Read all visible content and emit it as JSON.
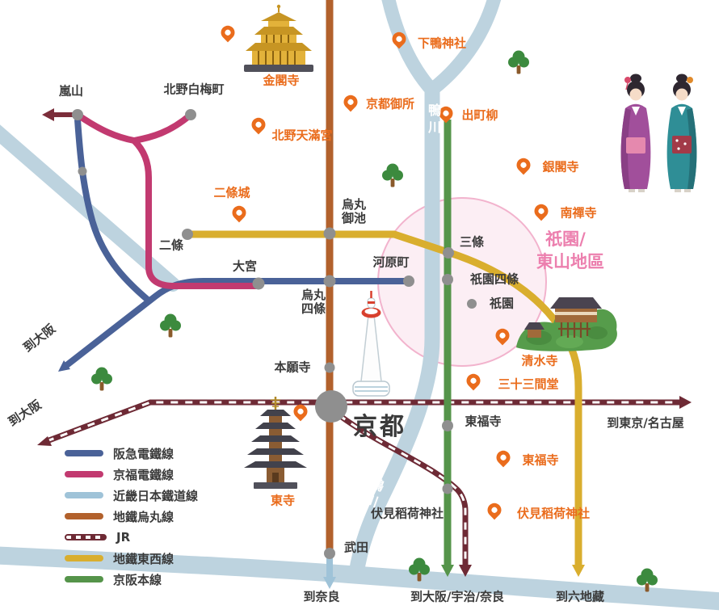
{
  "colors": {
    "hankyu": "#4a6298",
    "keifuku": "#c23a70",
    "kintetsu": "#9fc3d8",
    "karasuma": "#b2612c",
    "jr": "#6e2a35",
    "tozai": "#d9ae2e",
    "keihan": "#55944a",
    "river": "#bdd3df",
    "station_gray": "#8f8f8f",
    "landmark_orange": "#ea6c1c",
    "area_fill": "#f9dde9",
    "area_stroke": "#f2b3cd",
    "area_text": "#ec7fae",
    "label_dark": "#3b3b3b",
    "maroon_arrow": "#7b2d3a"
  },
  "legend": {
    "items": [
      {
        "id": "hankyu",
        "label": "阪急電鐵線"
      },
      {
        "id": "keifuku",
        "label": "京福電鐵線"
      },
      {
        "id": "kintetsu",
        "label": "近畿日本鐵道線"
      },
      {
        "id": "karasuma",
        "label": "地鐵烏丸線"
      },
      {
        "id": "jr",
        "label": "JR"
      },
      {
        "id": "tozai",
        "label": "地鐵東西線"
      },
      {
        "id": "keihan",
        "label": "京阪本線"
      }
    ]
  },
  "stations": {
    "arashiyama": "嵐山",
    "kitano_hakubaicho": "北野白梅町",
    "nijo": "二條",
    "omiya": "大宮",
    "karasuma_oike_l1": "烏丸",
    "karasuma_oike_l2": "御池",
    "kawaramachi": "河原町",
    "karasuma_shijo_l1": "烏丸",
    "karasuma_shijo_l2": "四條",
    "sanjo": "三條",
    "gion_shijo": "祇園四條",
    "gion": "祇園",
    "honganji": "本願寺",
    "kyoto": "京都",
    "tofukuji": "東福寺",
    "fushimi_inari": "伏見稻荷神社",
    "takeda": "武田"
  },
  "landmarks": {
    "kinkakuji": "金閣寺",
    "shimogamo": "下鴨神社",
    "kyoto_gosho": "京都御所",
    "demachiyanagi": "出町柳",
    "kitano_tenmangu": "北野天滿宮",
    "nijo_castle": "二條城",
    "ginkakuji": "銀閣寺",
    "nanzenji": "南禪寺",
    "kiyomizudera": "清水寺",
    "sanjusangendo": "三十三間堂",
    "tofukuji_temple": "東福寺",
    "fushimi_inari_shrine": "伏見稻荷神社",
    "toji": "東寺"
  },
  "area": {
    "gion_line1": "祇園/",
    "gion_line2": "東山地區"
  },
  "river": {
    "kamo": "鴨川"
  },
  "destinations": {
    "osaka_hankyu": "到大阪",
    "osaka_jr": "到大阪",
    "tokyo_nagoya": "到東京/名古屋",
    "nara": "到奈良",
    "osaka_uji_nara": "到大阪/宇治/奈良",
    "rokujizo": "到六地藏"
  }
}
